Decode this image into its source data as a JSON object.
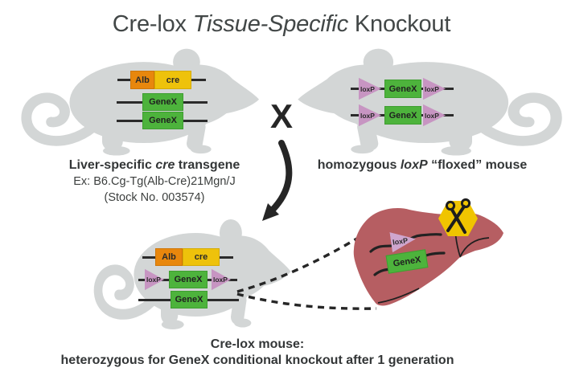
{
  "title": {
    "prefix": "Cre-lox ",
    "italic": "Tissue-Specific",
    "suffix": " Knockout"
  },
  "cross_label": "X",
  "gene_labels": {
    "alb": "Alb",
    "cre": "cre",
    "genex": "GeneX",
    "loxp": "loxP"
  },
  "parents": {
    "left": {
      "caption_prefix": "Liver-specific ",
      "caption_italic": "cre",
      "caption_suffix": " transgene",
      "example_line": "Ex: B6.Cg-Tg(Alb-Cre)21Mgn/J",
      "stock_line": "(Stock No. 003574)"
    },
    "right": {
      "caption_prefix": "homozygous ",
      "caption_italic": "loxP",
      "caption_suffix": " “floxed” mouse"
    }
  },
  "offspring": {
    "caption_line1": "Cre-lox mouse:",
    "caption_line2": "heterozygous for GeneX conditional knockout after 1 generation"
  },
  "icons": {
    "scissors": "scissors-icon",
    "cross": "breeding-cross-symbol",
    "arrow": "offspring-arrow"
  },
  "colors": {
    "mouse_gray": "#d3d6d6",
    "alb_orange": "#e8870d",
    "cre_yellow": "#eec20b",
    "genex_green": "#4db33c",
    "loxp_pink": "#c795c2",
    "loxp_pink_light": "#cfa6ce",
    "liver_red": "#b65e62",
    "hex_yellow": "#f0c400",
    "ink": "#2b2b2b",
    "text_dark": "#3a3d3c"
  }
}
